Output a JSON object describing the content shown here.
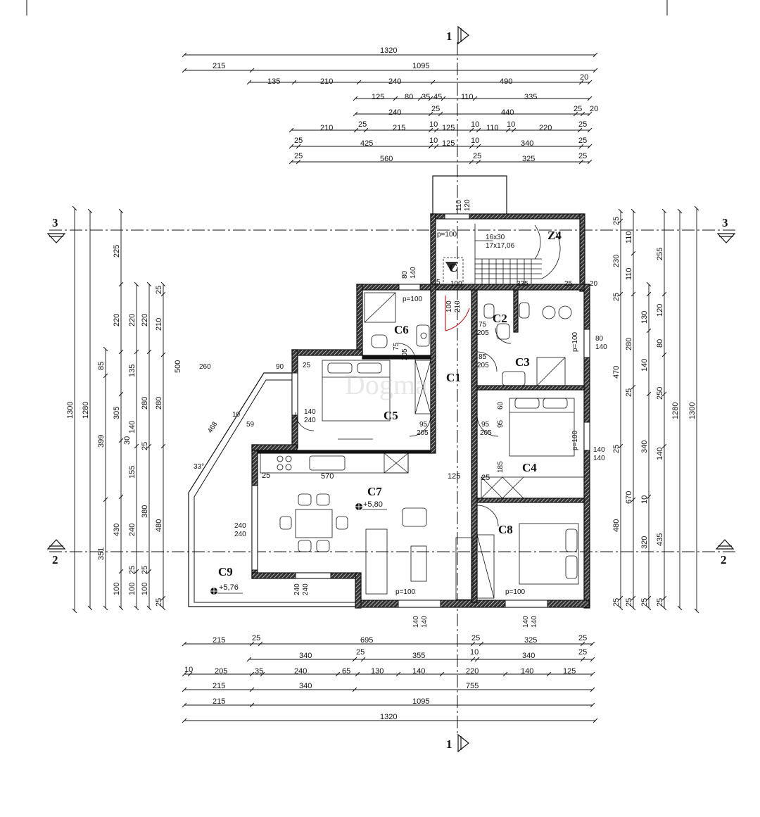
{
  "plan": {
    "section_marks": {
      "top": "1",
      "bottom": "1",
      "left_top": "3",
      "right_top": "3",
      "left_bottom": "2",
      "right_bottom": "2"
    },
    "rooms": {
      "z4": "Z4",
      "c": "C",
      "c1": "C1",
      "c2": "C2",
      "c3": "C3",
      "c4": "C4",
      "c5": "C5",
      "c6": "C6",
      "c7": "C7",
      "c8": "C8",
      "c9": "C9"
    },
    "levels": {
      "c7": "+5,80",
      "c9": "+5,76"
    },
    "stair": {
      "step": "16x30",
      "riser": "17x17,06",
      "landing": "p=100"
    },
    "watermark": "Dogma",
    "top_dims": {
      "r1": [
        "1320"
      ],
      "r2": [
        "215",
        "1095"
      ],
      "r3": [
        "135",
        "210",
        "240",
        "490",
        "20"
      ],
      "r4": [
        "125",
        "80",
        "35",
        "45",
        "110",
        "335"
      ],
      "r5": [
        "240",
        "25",
        "440",
        "25",
        "20"
      ],
      "r6": [
        "210",
        "25",
        "215",
        "10",
        "125",
        "10",
        "110",
        "10",
        "220",
        "25"
      ],
      "r7": [
        "25",
        "425",
        "10",
        "125",
        "10",
        "340",
        "25"
      ],
      "r8": [
        "25",
        "560",
        "25",
        "325",
        "25"
      ]
    },
    "bottom_dims": {
      "r1": [
        "215",
        "25",
        "695",
        "25",
        "325",
        "25"
      ],
      "r2": [
        "340",
        "25",
        "355",
        "10",
        "340",
        "25"
      ],
      "r3": [
        "10",
        "205",
        "35",
        "240",
        "65",
        "130",
        "140",
        "220",
        "140",
        "125"
      ],
      "r4": [
        "215",
        "340",
        "755"
      ],
      "r5": [
        "215",
        "1095"
      ],
      "r6": [
        "1320"
      ]
    },
    "left_dims": [
      "1300",
      "1280",
      "225",
      "220",
      "220",
      "210",
      "500",
      "85",
      "305",
      "135",
      "280",
      "280",
      "399",
      "140",
      "30",
      "155",
      "25",
      "430",
      "240",
      "380",
      "480",
      "351",
      "100",
      "100",
      "100",
      "25",
      "25",
      "25",
      "25"
    ],
    "right_dims": [
      "25",
      "110",
      "230",
      "255",
      "110",
      "25",
      "120",
      "130",
      "280",
      "80",
      "470",
      "140",
      "25",
      "250",
      "1280",
      "1300",
      "25",
      "340",
      "140",
      "670",
      "10",
      "480",
      "320",
      "435",
      "25"
    ],
    "openings": [
      "260",
      "90",
      "25",
      "468",
      "10",
      "59",
      "33°",
      "140",
      "240",
      "95",
      "205",
      "75",
      "205",
      "85",
      "205",
      "60",
      "95",
      "185",
      "95",
      "205",
      "140",
      "140",
      "80",
      "140",
      "75",
      "205",
      "80",
      "140",
      "100",
      "210",
      "p=100",
      "p=100",
      "p=100",
      "p=100",
      "p=100",
      "570",
      "125",
      "25",
      "240",
      "240",
      "240",
      "240",
      "140",
      "140",
      "140",
      "140",
      "5",
      "100",
      "120",
      "110"
    ]
  }
}
